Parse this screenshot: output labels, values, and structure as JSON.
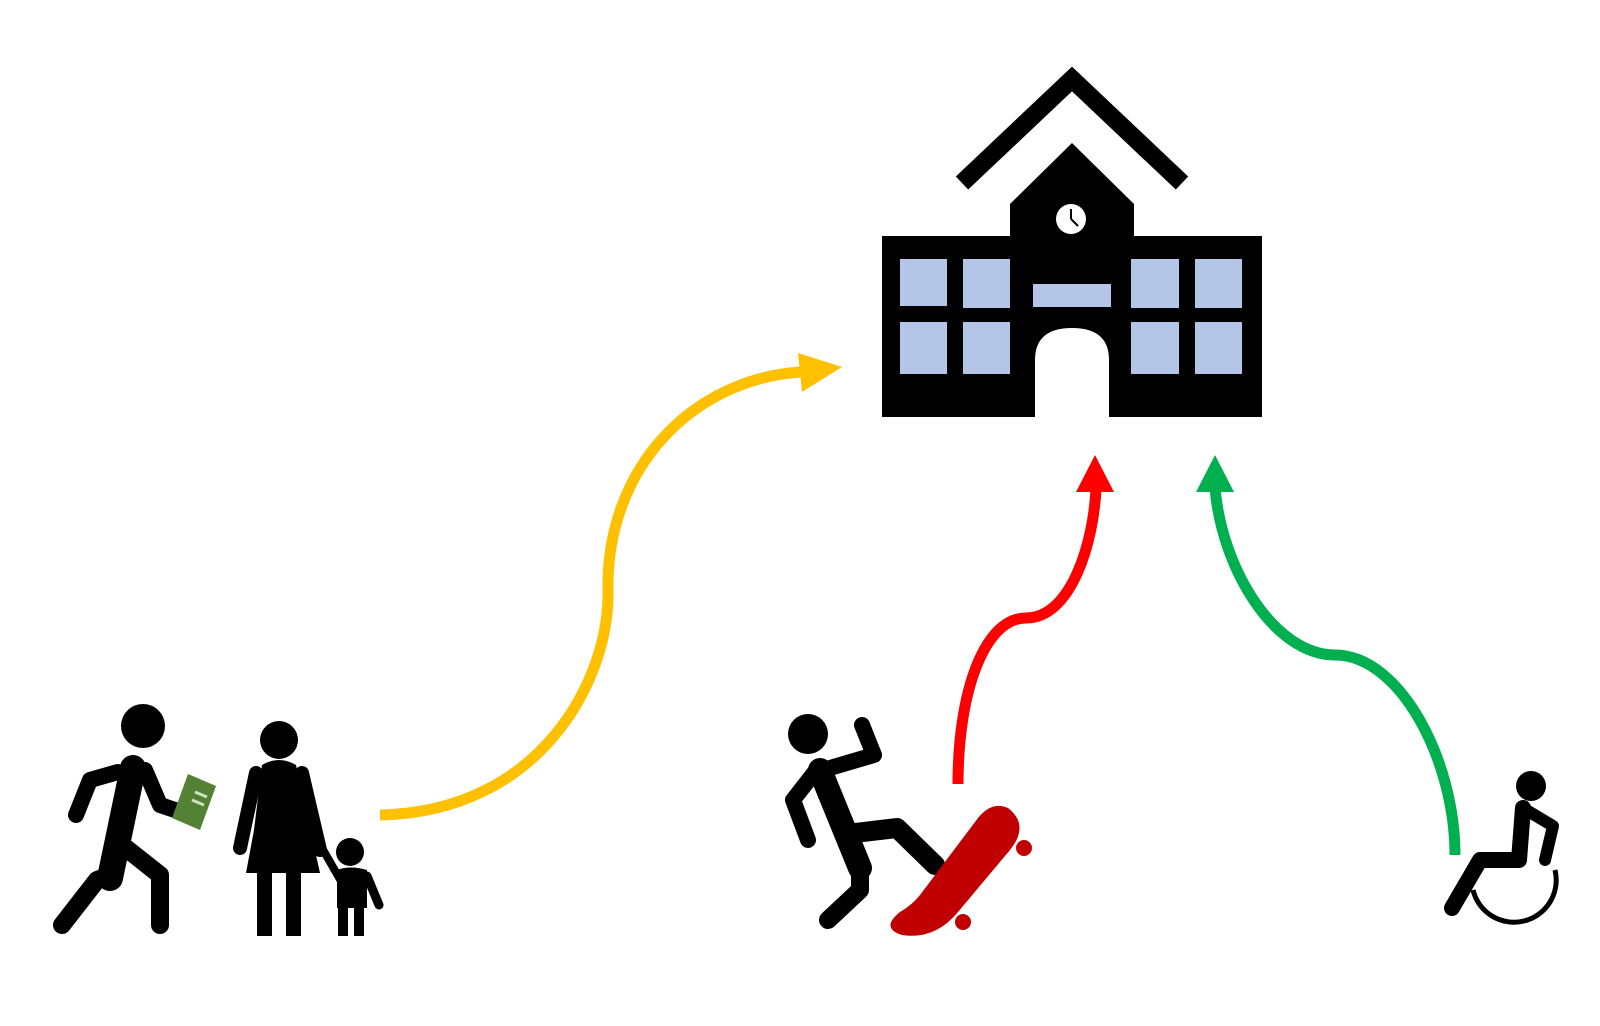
{
  "colors": {
    "figure": "#000000",
    "window": "#b4c6e7",
    "arrow_walk": "#ffc000",
    "arrow_fall": "#ff0000",
    "arrow_wheelchair": "#00b050",
    "book": "#548235",
    "skateboard": "#c00000",
    "clock_face": "#ffffff"
  },
  "icons": [
    "school-icon",
    "clock-icon",
    "walking-student-icon",
    "book-icon",
    "family-icon",
    "falling-skateboarder-icon",
    "skateboard-icon",
    "wheelchair-user-icon"
  ],
  "arrows": [
    {
      "name": "walk-to-school-arrow",
      "color_key": "arrow_walk"
    },
    {
      "name": "skateboard-fall-arrow",
      "color_key": "arrow_fall"
    },
    {
      "name": "wheelchair-access-arrow",
      "color_key": "arrow_wheelchair"
    }
  ]
}
